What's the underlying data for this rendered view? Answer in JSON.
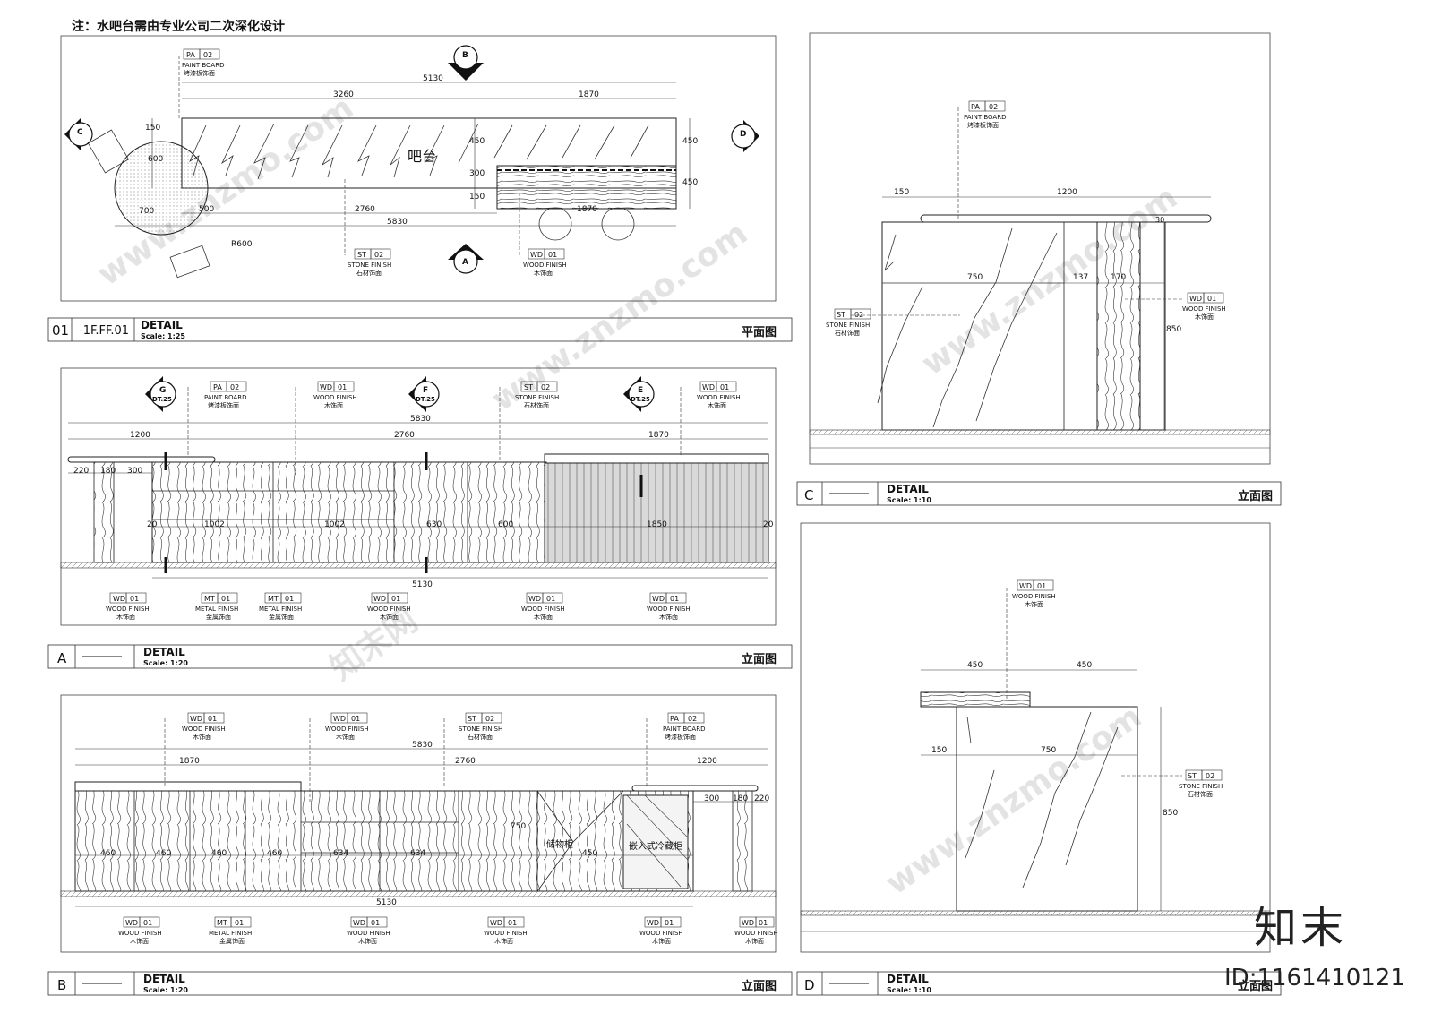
{
  "note": "注：水吧台需由专业公司二次深化设计",
  "brand": {
    "logo": "知末",
    "id": "ID:1161410121",
    "watermark": "www.znzmo.com",
    "watermark_cn": "知末网"
  },
  "plan": {
    "label_num": "01",
    "ref": "-1F.FF.01",
    "title": "DETAIL",
    "scale": "Scale: 1:25",
    "name": "平面图",
    "bar": "吧台",
    "dims": [
      "5130",
      "3260",
      "1870",
      "2760",
      "5830",
      "450",
      "300",
      "150",
      "600",
      "700",
      "500",
      "450",
      "1870",
      "R600",
      "150",
      "450"
    ],
    "tags": [
      {
        "code": "PA",
        "no": "02",
        "en": "PAINT BOARD",
        "cn": "烤漆板饰面"
      },
      {
        "code": "ST",
        "no": "02",
        "en": "STONE FINISH",
        "cn": "石材饰面"
      },
      {
        "code": "WD",
        "no": "01",
        "en": "WOOD FINISH",
        "cn": "木饰面"
      }
    ],
    "sections": [
      "B",
      "A",
      "C",
      "D"
    ]
  },
  "elev_a": {
    "label_num": "A",
    "title": "DETAIL",
    "scale": "Scale: 1:20",
    "name": "立面图",
    "markers": [
      {
        "l": "G",
        "s": "DT.25"
      },
      {
        "l": "F",
        "s": "DT.25"
      },
      {
        "l": "E",
        "s": "DT.25"
      }
    ],
    "dims": [
      "5830",
      "1200",
      "2760",
      "1870",
      "220",
      "180",
      "300",
      "1002",
      "1002",
      "630",
      "600",
      "1850",
      "5130",
      "20",
      "20"
    ],
    "tags_top": [
      {
        "code": "PA",
        "no": "02",
        "en": "PAINT BOARD",
        "cn": "烤漆板饰面"
      },
      {
        "code": "WD",
        "no": "01",
        "en": "WOOD FINISH",
        "cn": "木饰面"
      },
      {
        "code": "ST",
        "no": "02",
        "en": "STONE FINISH",
        "cn": "石材饰面"
      },
      {
        "code": "WD",
        "no": "01",
        "en": "WOOD FINISH",
        "cn": "木饰面"
      }
    ],
    "tags_bottom": [
      {
        "code": "WD",
        "no": "01",
        "en": "WOOD FINISH",
        "cn": "木饰面"
      },
      {
        "code": "MT",
        "no": "01",
        "en": "METAL FINISH",
        "cn": "金属饰面"
      },
      {
        "code": "MT",
        "no": "01",
        "en": "METAL FINISH",
        "cn": "金属饰面"
      },
      {
        "code": "WD",
        "no": "01",
        "en": "WOOD FINISH",
        "cn": "木饰面"
      },
      {
        "code": "WD",
        "no": "01",
        "en": "WOOD FINISH",
        "cn": "木饰面"
      },
      {
        "code": "WD",
        "no": "01",
        "en": "WOOD FINISH",
        "cn": "木饰面"
      }
    ]
  },
  "elev_b": {
    "label_num": "B",
    "title": "DETAIL",
    "scale": "Scale: 1:20",
    "name": "立面图",
    "dims": [
      "5830",
      "1870",
      "2760",
      "1200",
      "300",
      "180",
      "220",
      "460",
      "460",
      "460",
      "460",
      "634",
      "634",
      "750",
      "450",
      "5130"
    ],
    "text_fridge": "嵌入式冷藏柜",
    "text_cabinet": "储物柜",
    "tags_top": [
      {
        "code": "WD",
        "no": "01",
        "en": "WOOD FINISH",
        "cn": "木饰面"
      },
      {
        "code": "WD",
        "no": "01",
        "en": "WOOD FINISH",
        "cn": "木饰面"
      },
      {
        "code": "ST",
        "no": "02",
        "en": "STONE FINISH",
        "cn": "石材饰面"
      },
      {
        "code": "PA",
        "no": "02",
        "en": "PAINT BOARD",
        "cn": "烤漆板饰面"
      }
    ],
    "tags_bottom": [
      {
        "code": "WD",
        "no": "01",
        "en": "WOOD FINISH",
        "cn": "木饰面"
      },
      {
        "code": "MT",
        "no": "01",
        "en": "METAL FINISH",
        "cn": "金属饰面"
      },
      {
        "code": "WD",
        "no": "01",
        "en": "WOOD FINISH",
        "cn": "木饰面"
      },
      {
        "code": "WD",
        "no": "01",
        "en": "WOOD FINISH",
        "cn": "木饰面"
      },
      {
        "code": "WD",
        "no": "01",
        "en": "WOOD FINISH",
        "cn": "木饰面"
      },
      {
        "code": "WD",
        "no": "01",
        "en": "WOOD FINISH",
        "cn": "木饰面"
      }
    ]
  },
  "elev_c": {
    "label_num": "C",
    "title": "DETAIL",
    "scale": "Scale: 1:10",
    "name": "立面图",
    "dims": [
      "150",
      "1200",
      "30",
      "750",
      "137",
      "170",
      "850"
    ],
    "tags": [
      {
        "code": "PA",
        "no": "02",
        "en": "PAINT BOARD",
        "cn": "烤漆板饰面"
      },
      {
        "code": "ST",
        "no": "02",
        "en": "STONE FINISH",
        "cn": "石材饰面"
      },
      {
        "code": "WD",
        "no": "01",
        "en": "WOOD FINISH",
        "cn": "木饰面"
      }
    ]
  },
  "elev_d": {
    "label_num": "D",
    "title": "DETAIL",
    "scale": "Scale: 1:10",
    "name": "立面图",
    "dims": [
      "450",
      "450",
      "150",
      "750",
      "850"
    ],
    "tags": [
      {
        "code": "WD",
        "no": "01",
        "en": "WOOD FINISH",
        "cn": "木饰面"
      },
      {
        "code": "ST",
        "no": "02",
        "en": "STONE FINISH",
        "cn": "石材饰面"
      }
    ]
  }
}
